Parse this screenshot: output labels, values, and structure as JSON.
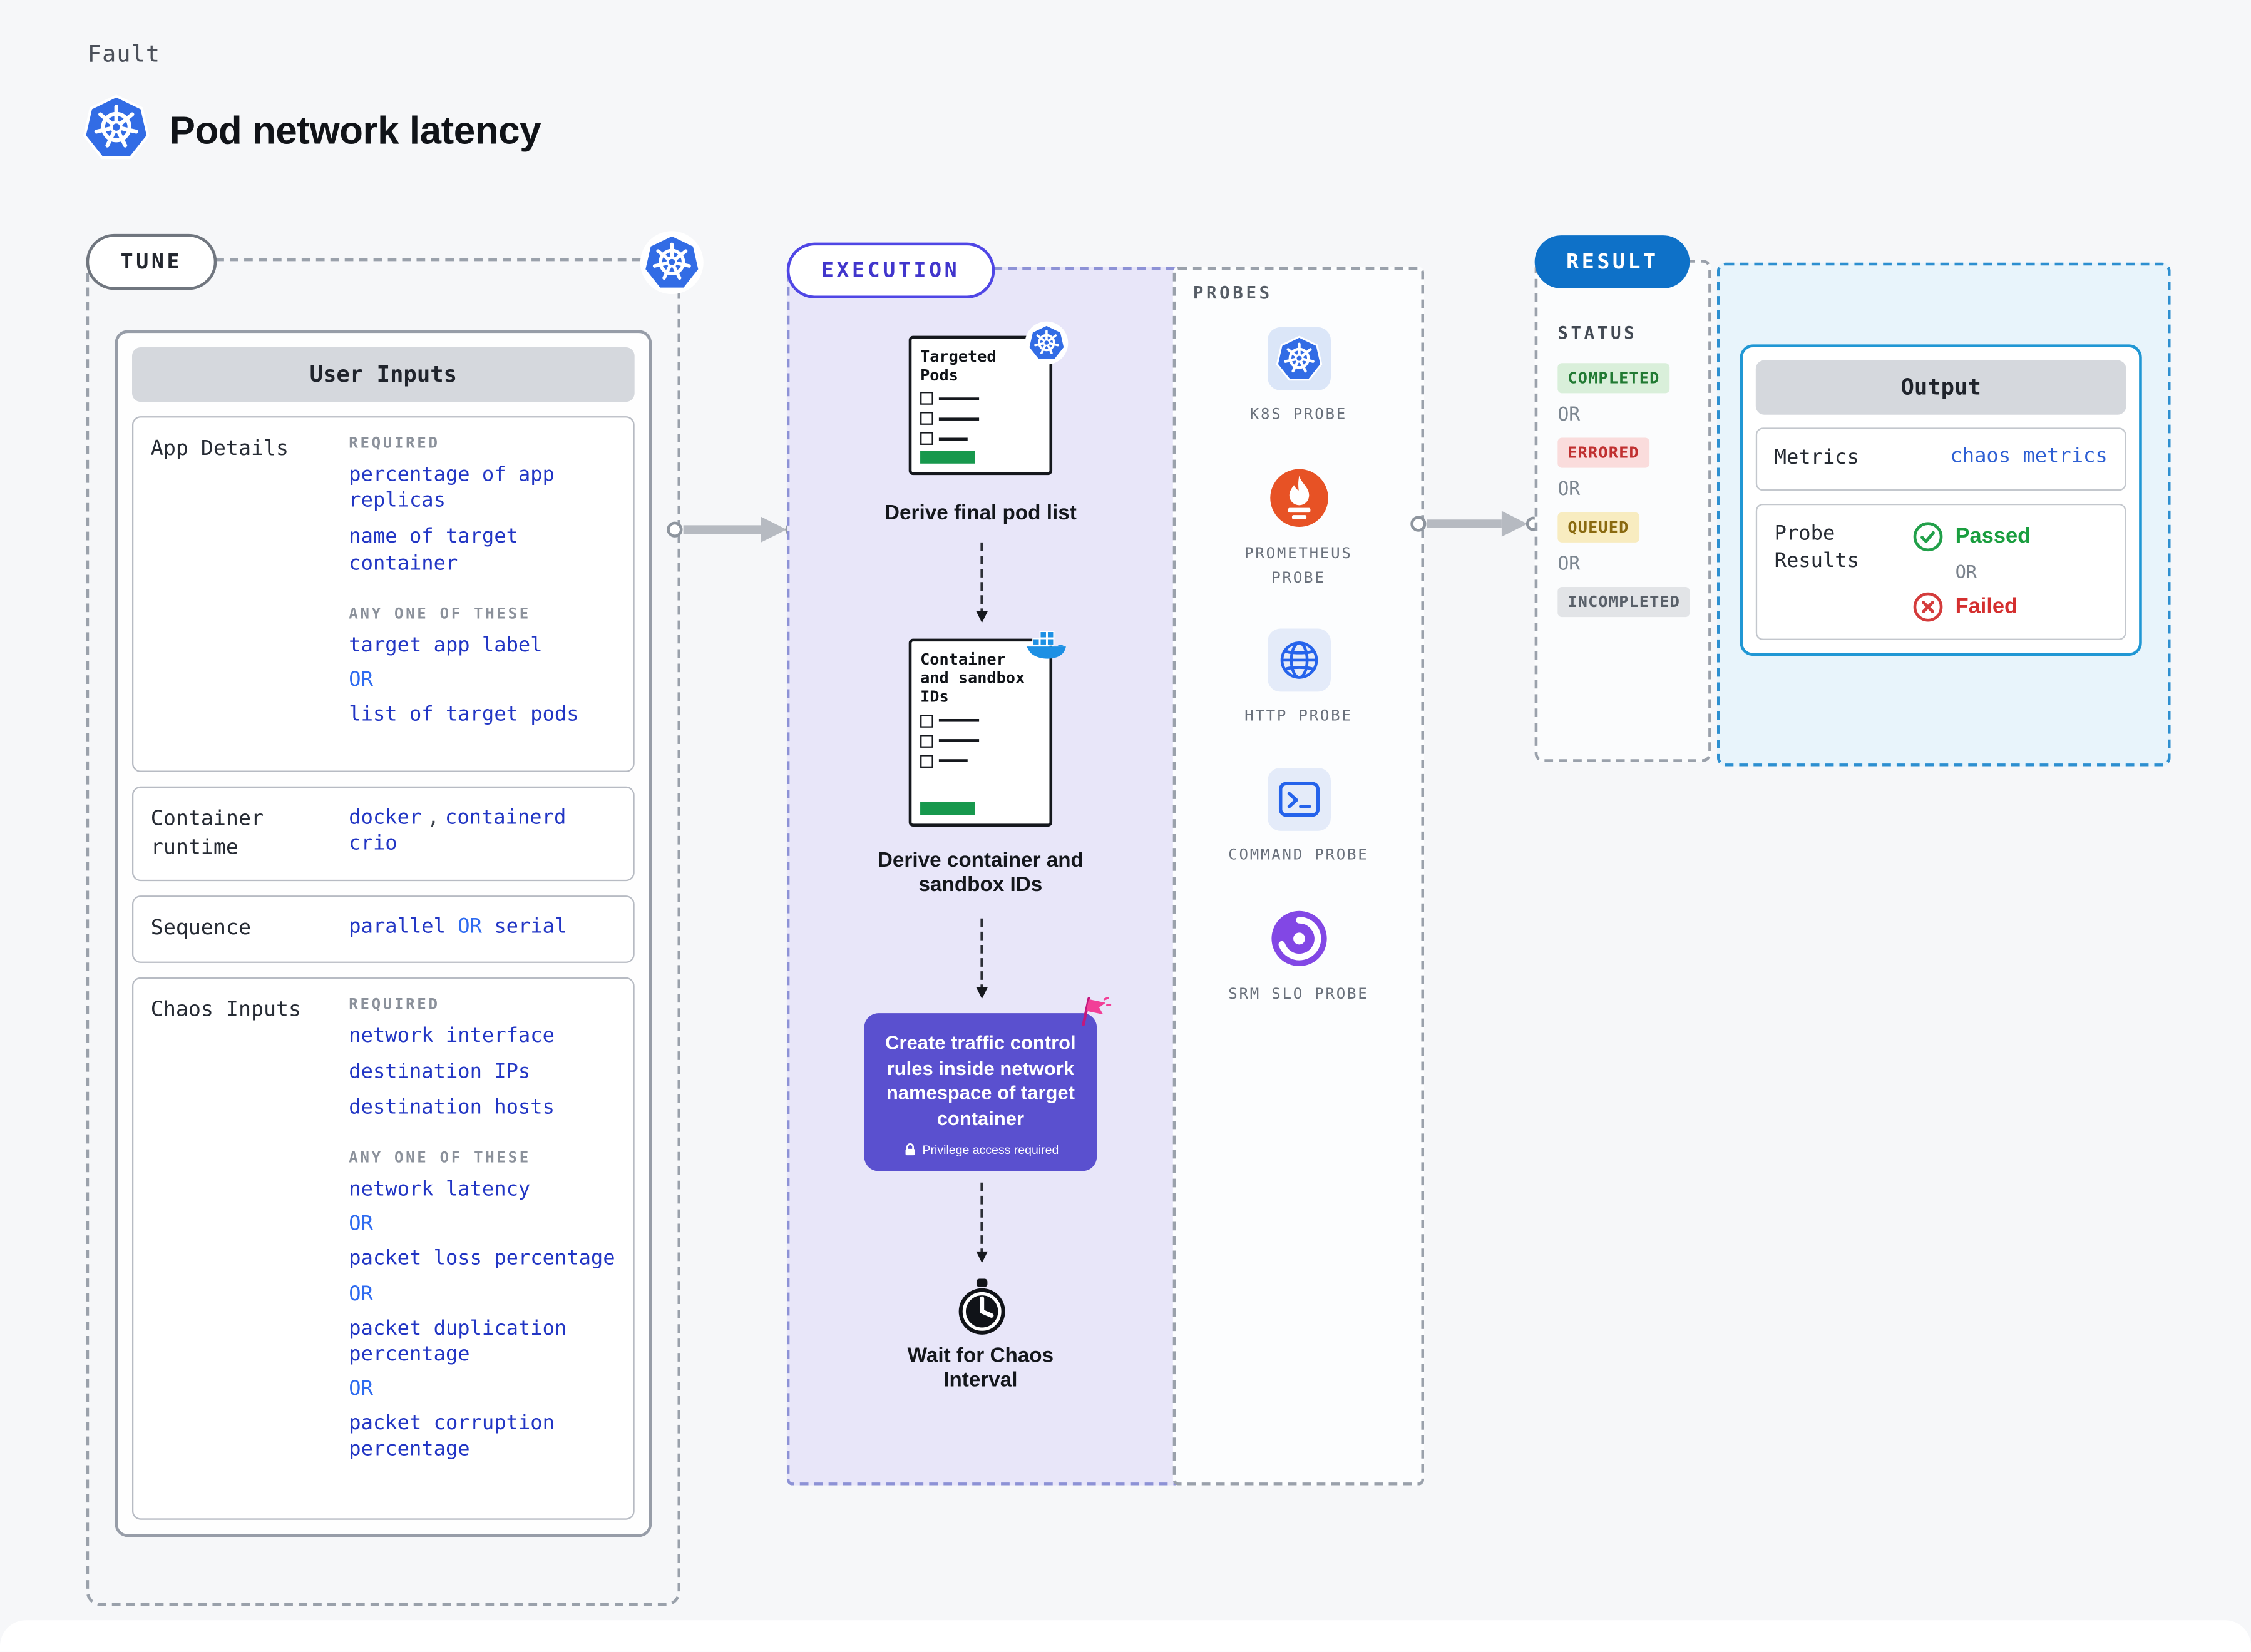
{
  "header": {
    "eyebrow": "Fault",
    "title": "Pod network latency"
  },
  "colors": {
    "value_blue": "#2236c4",
    "or_blue": "#2e6bf0",
    "purple_card": "#5a50cf",
    "result_pill": "#0e71c8",
    "exec_bg": "#e8e6f9",
    "result_bg": "#e8f4fb",
    "passed_green": "#1a9e3f",
    "failed_red": "#d42f2f"
  },
  "tune": {
    "label": "TUNE",
    "card_title": "User Inputs",
    "app_details": {
      "label": "App Details",
      "required_label": "REQUIRED",
      "required_items": [
        "percentage of app replicas",
        "name of target container"
      ],
      "any_one_label": "ANY ONE OF THESE",
      "any_one_items": [
        "target app label",
        "list of target pods"
      ],
      "or_label": "OR"
    },
    "container_runtime": {
      "label": "Container runtime",
      "values": [
        "docker",
        "containerd",
        "crio"
      ],
      "separator": ","
    },
    "sequence": {
      "label": "Sequence",
      "value_a": "parallel",
      "or_label": "OR",
      "value_b": "serial"
    },
    "chaos_inputs": {
      "label": "Chaos Inputs",
      "required_label": "REQUIRED",
      "required_items": [
        "network interface",
        "destination IPs",
        "destination hosts"
      ],
      "any_one_label": "ANY ONE OF THESE",
      "any_one_items": [
        "network latency",
        "packet loss percentage",
        "packet duplication percentage",
        "packet corruption percentage"
      ],
      "or_label": "OR"
    }
  },
  "execution": {
    "label": "EXECUTION",
    "steps": [
      {
        "doc_title": "Targeted Pods",
        "caption": "Derive final pod list",
        "badge_icon": "kubernetes-icon"
      },
      {
        "doc_title": "Container and sandbox IDs",
        "caption": "Derive container and sandbox IDs",
        "badge_icon": "docker-icon"
      },
      {
        "caption": "Create traffic control rules inside network namespace of target container",
        "badge": "Privilege access required",
        "flag_icon": "pink-flag-icon"
      },
      {
        "caption": "Wait for Chaos Interval",
        "icon": "clock-icon"
      }
    ]
  },
  "probes": {
    "label": "PROBES",
    "items": [
      {
        "icon": "kubernetes-icon",
        "label": "K8S PROBE"
      },
      {
        "icon": "prometheus-icon",
        "label": "PROMETHEUS PROBE"
      },
      {
        "icon": "globe-icon",
        "label": "HTTP PROBE"
      },
      {
        "icon": "terminal-icon",
        "label": "COMMAND PROBE"
      },
      {
        "icon": "srm-slo-icon",
        "label": "SRM SLO PROBE"
      }
    ]
  },
  "result": {
    "label": "RESULT",
    "status": {
      "label": "STATUS",
      "badges": [
        "COMPLETED",
        "ERRORED",
        "QUEUED",
        "INCOMPLETED"
      ],
      "or_label": "OR"
    },
    "output": {
      "title": "Output",
      "metrics_label": "Metrics",
      "metrics_value": "chaos metrics",
      "probe_results_label": "Probe Results",
      "passed": "Passed",
      "or_label": "OR",
      "failed": "Failed"
    }
  }
}
